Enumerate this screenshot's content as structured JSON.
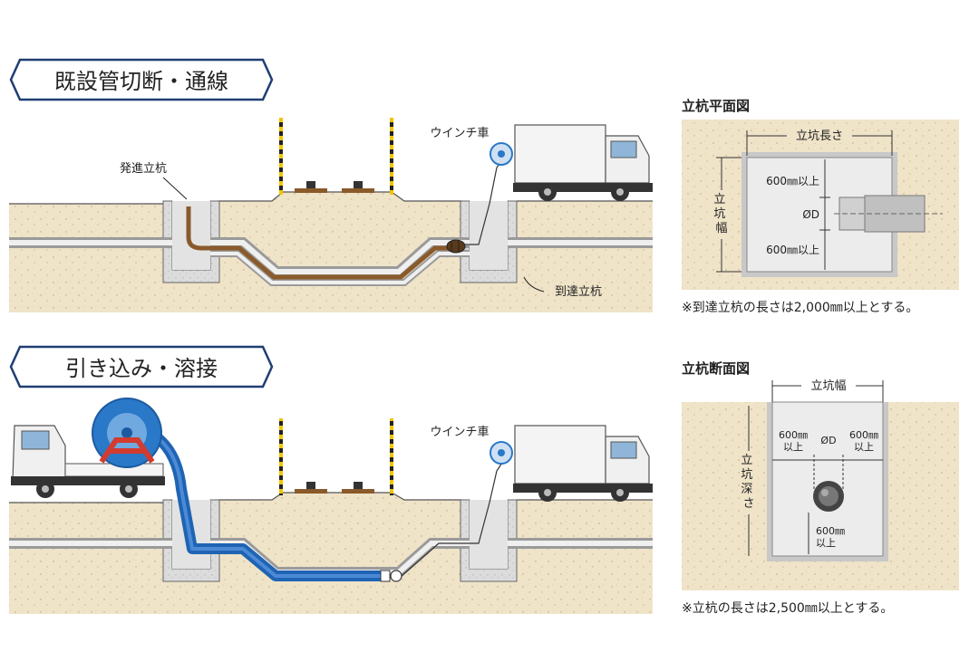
{
  "section1": {
    "title": "既設管切断・通線",
    "label_launch_shaft": "発進立杭",
    "label_winch_truck": "ウインチ車",
    "label_arrival_shaft": "到達立杭"
  },
  "section2": {
    "title": "引き込み・溶接",
    "label_winch_truck": "ウインチ車"
  },
  "plan_view": {
    "title": "立杭平面図",
    "label_length": "立坑長さ",
    "label_width": "立\n坑\n幅",
    "label_top_clear": "600㎜以上",
    "label_diameter": "ØD",
    "label_bottom_clear": "600㎜以上",
    "note": "※到達立杭の長さは2,000㎜以上とする。"
  },
  "section_view": {
    "title": "立杭断面図",
    "label_width": "立坑幅",
    "label_depth": "立\n坑\n深\nさ",
    "label_left_clear_1": "600㎜",
    "label_left_clear_2": "以上",
    "label_diameter": "ØD",
    "label_right_clear_1": "600㎜",
    "label_right_clear_2": "以上",
    "label_bottom_clear_1": "600㎜",
    "label_bottom_clear_2": "以上",
    "note": "※立杭の長さは2,500㎜以上とする。"
  },
  "colors": {
    "soil": "#efe3c8",
    "concrete": "#d9d9d9",
    "old_pipe": "#8a5a2b",
    "new_pipe": "#1f64b4",
    "banner_border": "#1f3f73",
    "reel_blue": "#2a78c8",
    "reel_frame": "#d23b2f"
  }
}
